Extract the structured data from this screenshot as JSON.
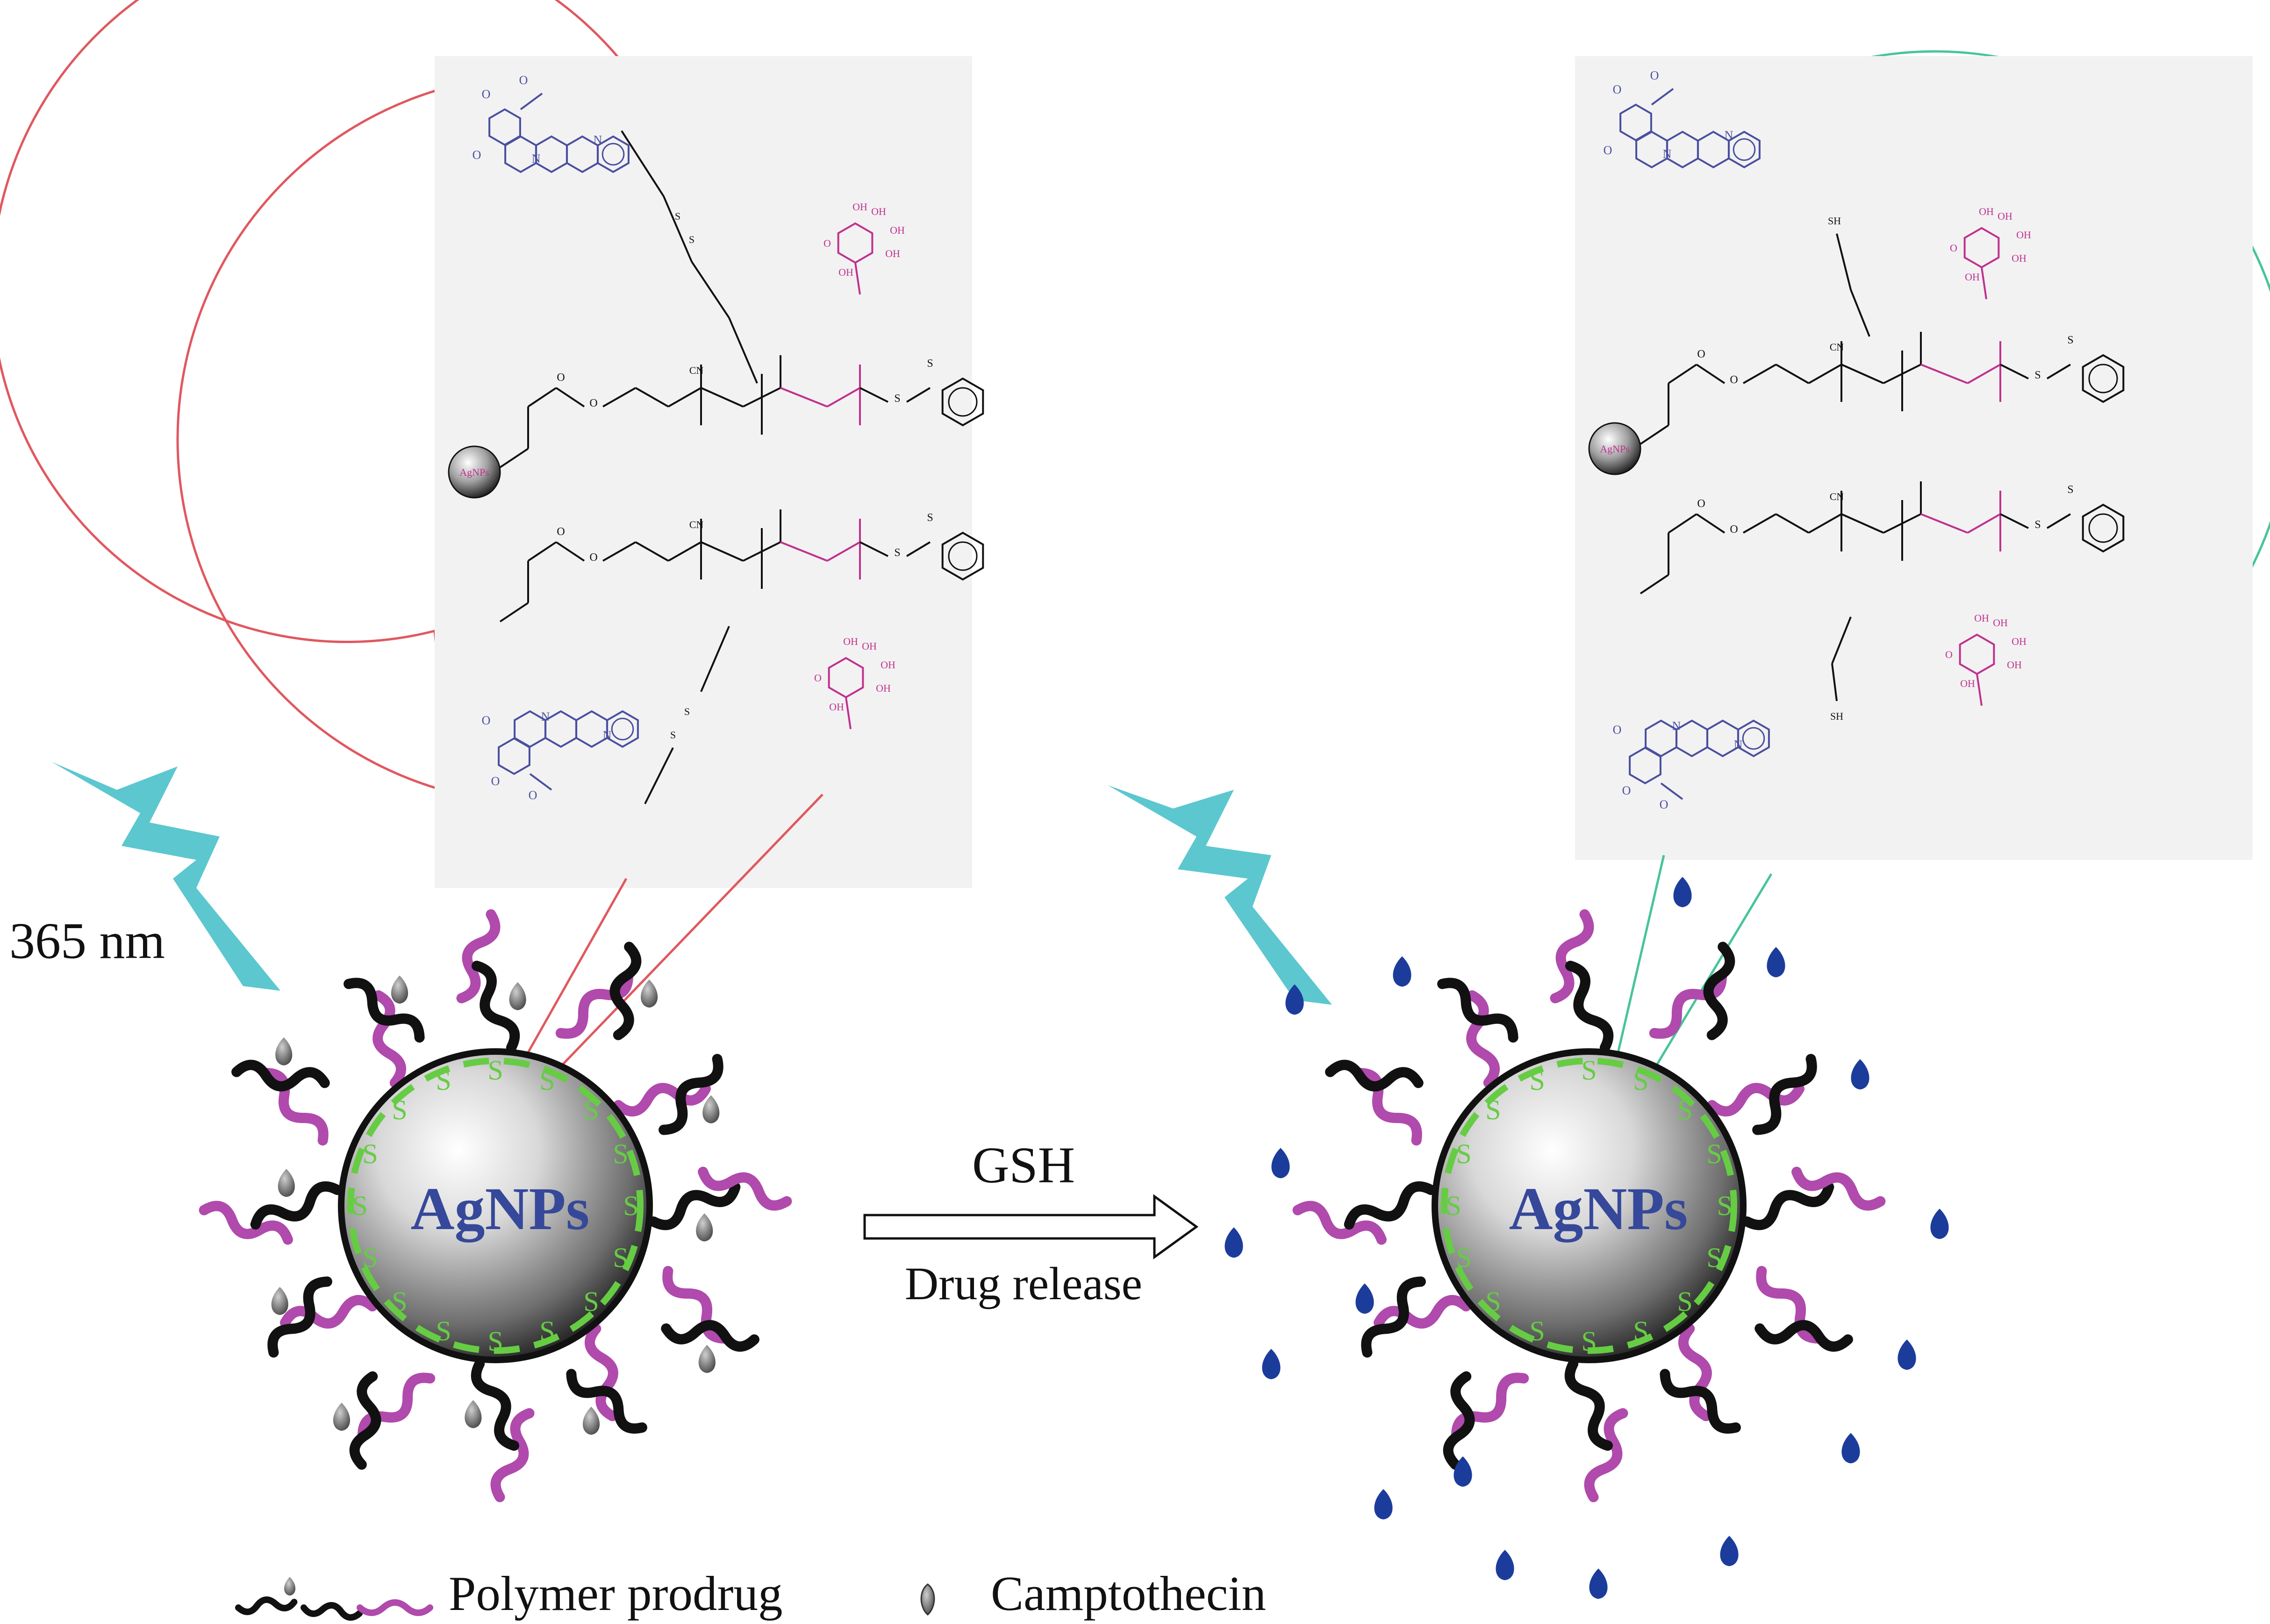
{
  "labels": {
    "wavelength": "365 nm",
    "core_left": "AgNPs",
    "core_right": "AgNPs",
    "arrow_top": "GSH",
    "arrow_bottom": "Drug release",
    "legend_polymer": "Polymer prodrug",
    "legend_drug": "Camptothecin"
  },
  "chem_atoms": {
    "oxygen": "O",
    "oh": "OH",
    "sulfur": "S",
    "sh": "SH",
    "nitrogen": "N",
    "cn": "CN",
    "bridge": "S",
    "core_small": "AgNPs"
  },
  "colors": {
    "lightning": "#5cc7cf",
    "left_bubble": "#e0585f",
    "right_bubble": "#48c49a",
    "core_text": "#36489a",
    "disulfide": "#66cc44",
    "black_chain": "#111111",
    "magenta_chain": "#b04aac",
    "drug_left": "#777777",
    "drug_right": "#1c3c9c",
    "camptothecin_chem": "#4a4fa0",
    "mannose_chem": "#c0308e"
  }
}
